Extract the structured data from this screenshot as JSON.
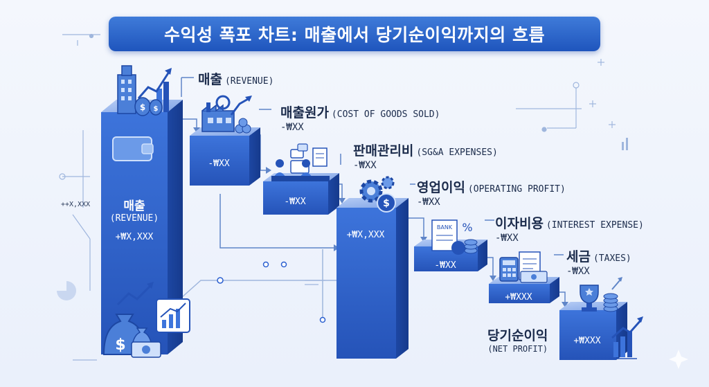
{
  "title": "수익성 폭포 차트: 매출에서 당기순이익까지의 흐름",
  "side_label": "++X,XXX",
  "colors": {
    "bar_front": "#2f63cc",
    "bar_top": "#8fb0ec",
    "bar_side": "#1d47a3",
    "accent": "#2a5fd0"
  },
  "stages": [
    {
      "label_ko": "매출",
      "label_en": "(REVENUE)",
      "value": "+₩X,XXX",
      "bar_label_ko": "매출",
      "bar_label_en": "(REVENUE)"
    },
    {
      "label_ko": "매출원가",
      "label_en": "(COST OF GOODS SOLD)",
      "value": "-₩XX"
    },
    {
      "label_ko": "판매관리비",
      "label_en": "(SG&A EXPENSES)",
      "value": "-₩XX"
    },
    {
      "label_ko": "영업이익",
      "label_en": "(OPERATING PROFIT)",
      "value": "-₩XX",
      "bar_value": "+₩X,XXX"
    },
    {
      "label_ko": "이자비용",
      "label_en": "(INTEREST EXPENSE)",
      "value": "-₩XX"
    },
    {
      "label_ko": "세금",
      "label_en": "(TAXES)",
      "value": "-₩XX",
      "bar_value": "+₩XXX"
    },
    {
      "label_ko": "당기순이익",
      "label_en": "(NET PROFIT)",
      "value": "+₩XXX"
    }
  ],
  "bar_values": {
    "cogs": "-₩XX",
    "sga": "-₩XX",
    "interest": "-₩XX"
  },
  "icons": [
    "building-chart-icon",
    "factory-icon",
    "office-team-icon",
    "gear-coin-icon",
    "bank-document-icon",
    "calculator-tax-icon",
    "trophy-coins-icon",
    "money-bag-icon",
    "wallet-icon",
    "growth-chart-icon"
  ]
}
